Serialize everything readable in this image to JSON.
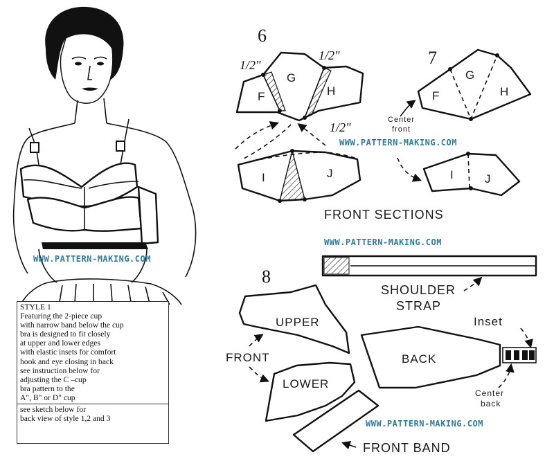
{
  "watermark": "WWW.PATTERN-MAKING.COM",
  "figure_numbers": {
    "fig6": "6",
    "fig7": "7",
    "fig8": "8"
  },
  "fractions": {
    "left": "1/2\"",
    "right": "1/2\"",
    "lower": "1/2\""
  },
  "piece_labels": {
    "f6": "F",
    "g6": "G",
    "h6": "H",
    "i6": "I",
    "j6": "J",
    "f7": "F",
    "g7": "G",
    "h7": "H",
    "i7": "I",
    "j7": "J",
    "upper": "UPPER",
    "lower": "LOWER",
    "back": "BACK"
  },
  "annotations": {
    "center_front_1": "Center",
    "center_front_2": "front",
    "front_sections": "FRONT SECTIONS",
    "shoulder_1": "SHOULDER",
    "shoulder_2": "STRAP",
    "front": "FRONT",
    "inset": "Inset",
    "center_back_1": "Center",
    "center_back_2": "back",
    "front_band": "FRONT BAND"
  },
  "style_box": {
    "lines": [
      "STYLE 1",
      "Featuring the 2-piece cup",
      " with narrow band below the cup",
      "bra is designed to fit closely",
      "at upper and lower edges",
      "with elastic insets for comfort",
      "hook and eye closing in back",
      "see instruction below for",
      "adjusting the C –cup",
      "bra pattern to the",
      "A\", B\" or D\" cup"
    ],
    "footer_lines": [
      "see sketch below for",
      "back view of style 1,2 and 3"
    ]
  },
  "icons": [
    "fashion-figure-illustration",
    "hook-and-eye-inset-icon"
  ],
  "colors": {
    "ink": "#111111",
    "watermark": "#2f7c9a",
    "paper": "#ffffff"
  }
}
